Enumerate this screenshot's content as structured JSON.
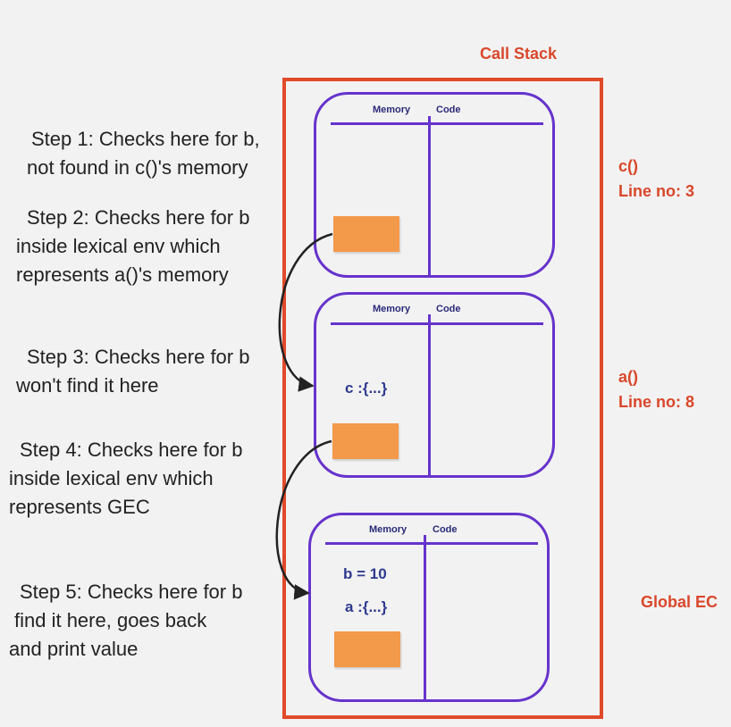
{
  "steps": [
    {
      "lines": [
        "Step 1: Checks here for b,",
        "not found in c()'s memory"
      ]
    },
    {
      "lines": [
        "Step 2: Checks here for b",
        "inside lexical env which",
        "represents a()'s memory"
      ]
    },
    {
      "lines": [
        "Step 3: Checks here for b",
        "won't find it here"
      ]
    },
    {
      "lines": [
        "Step 4: Checks here for b",
        "inside lexical env which",
        "represents GEC"
      ]
    },
    {
      "lines": [
        "Step 5: Checks here for b",
        "find it here, goes back",
        "and print value"
      ]
    }
  ],
  "call_stack": {
    "title": "Call Stack"
  },
  "contexts": {
    "c": {
      "memory_header": "Memory",
      "code_header": "Code",
      "label": "c()",
      "line": "Line no: 3"
    },
    "a": {
      "memory_header": "Memory",
      "code_header": "Code",
      "label": "a()",
      "line": "Line no: 8",
      "memory_items": [
        "c :{...}"
      ]
    },
    "global": {
      "memory_header": "Memory",
      "code_header": "Code",
      "label": "Global EC",
      "memory_items": [
        "b = 10",
        "a :{...}"
      ]
    }
  },
  "colors": {
    "stack_border": "#e04a2a",
    "ec_border": "#6633cc",
    "note": "#f2994a",
    "label": "#d9472b",
    "memory_text": "#2e3a8f"
  }
}
